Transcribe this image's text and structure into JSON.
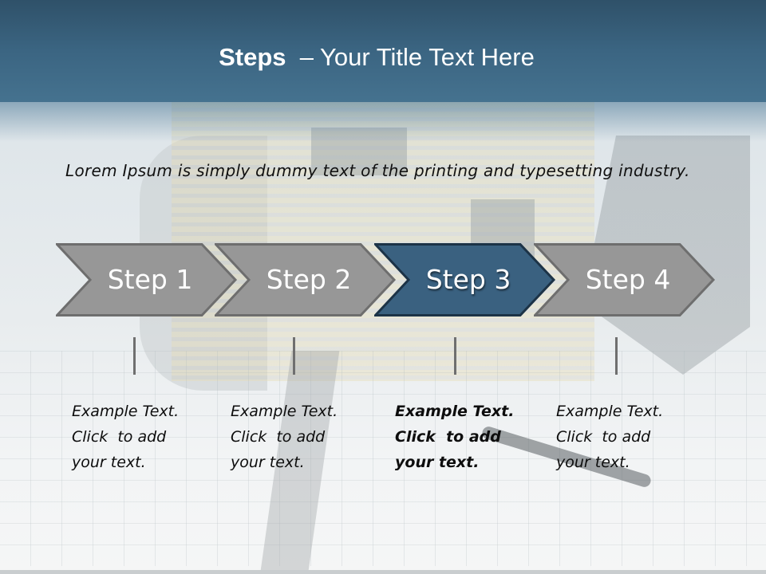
{
  "slide": {
    "title": {
      "bold": "Steps",
      "rest": "  – Your Title Text Here"
    },
    "intro": "Lorem Ipsum is simply dummy text of the printing and typesetting industry.",
    "colors": {
      "header_top": "#2f5169",
      "header_bottom": "#45728f",
      "step_gray": "#979797",
      "step_gray_border": "#6e6e6e",
      "step_active": "#3a6180",
      "step_active_border": "#1c3347",
      "connector": "#6f6f6f"
    },
    "steps": [
      {
        "label": "Step 1",
        "active": false,
        "description": [
          "Example Text.",
          "Click  to add",
          "your text."
        ]
      },
      {
        "label": "Step 2",
        "active": false,
        "description": [
          "Example Text.",
          "Click  to add",
          "your text."
        ]
      },
      {
        "label": "Step 3",
        "active": true,
        "description": [
          "Example Text.",
          "Click  to add",
          "your text."
        ]
      },
      {
        "label": "Step 4",
        "active": false,
        "description": [
          "Example Text.",
          "Click  to add",
          "your text."
        ]
      }
    ]
  }
}
